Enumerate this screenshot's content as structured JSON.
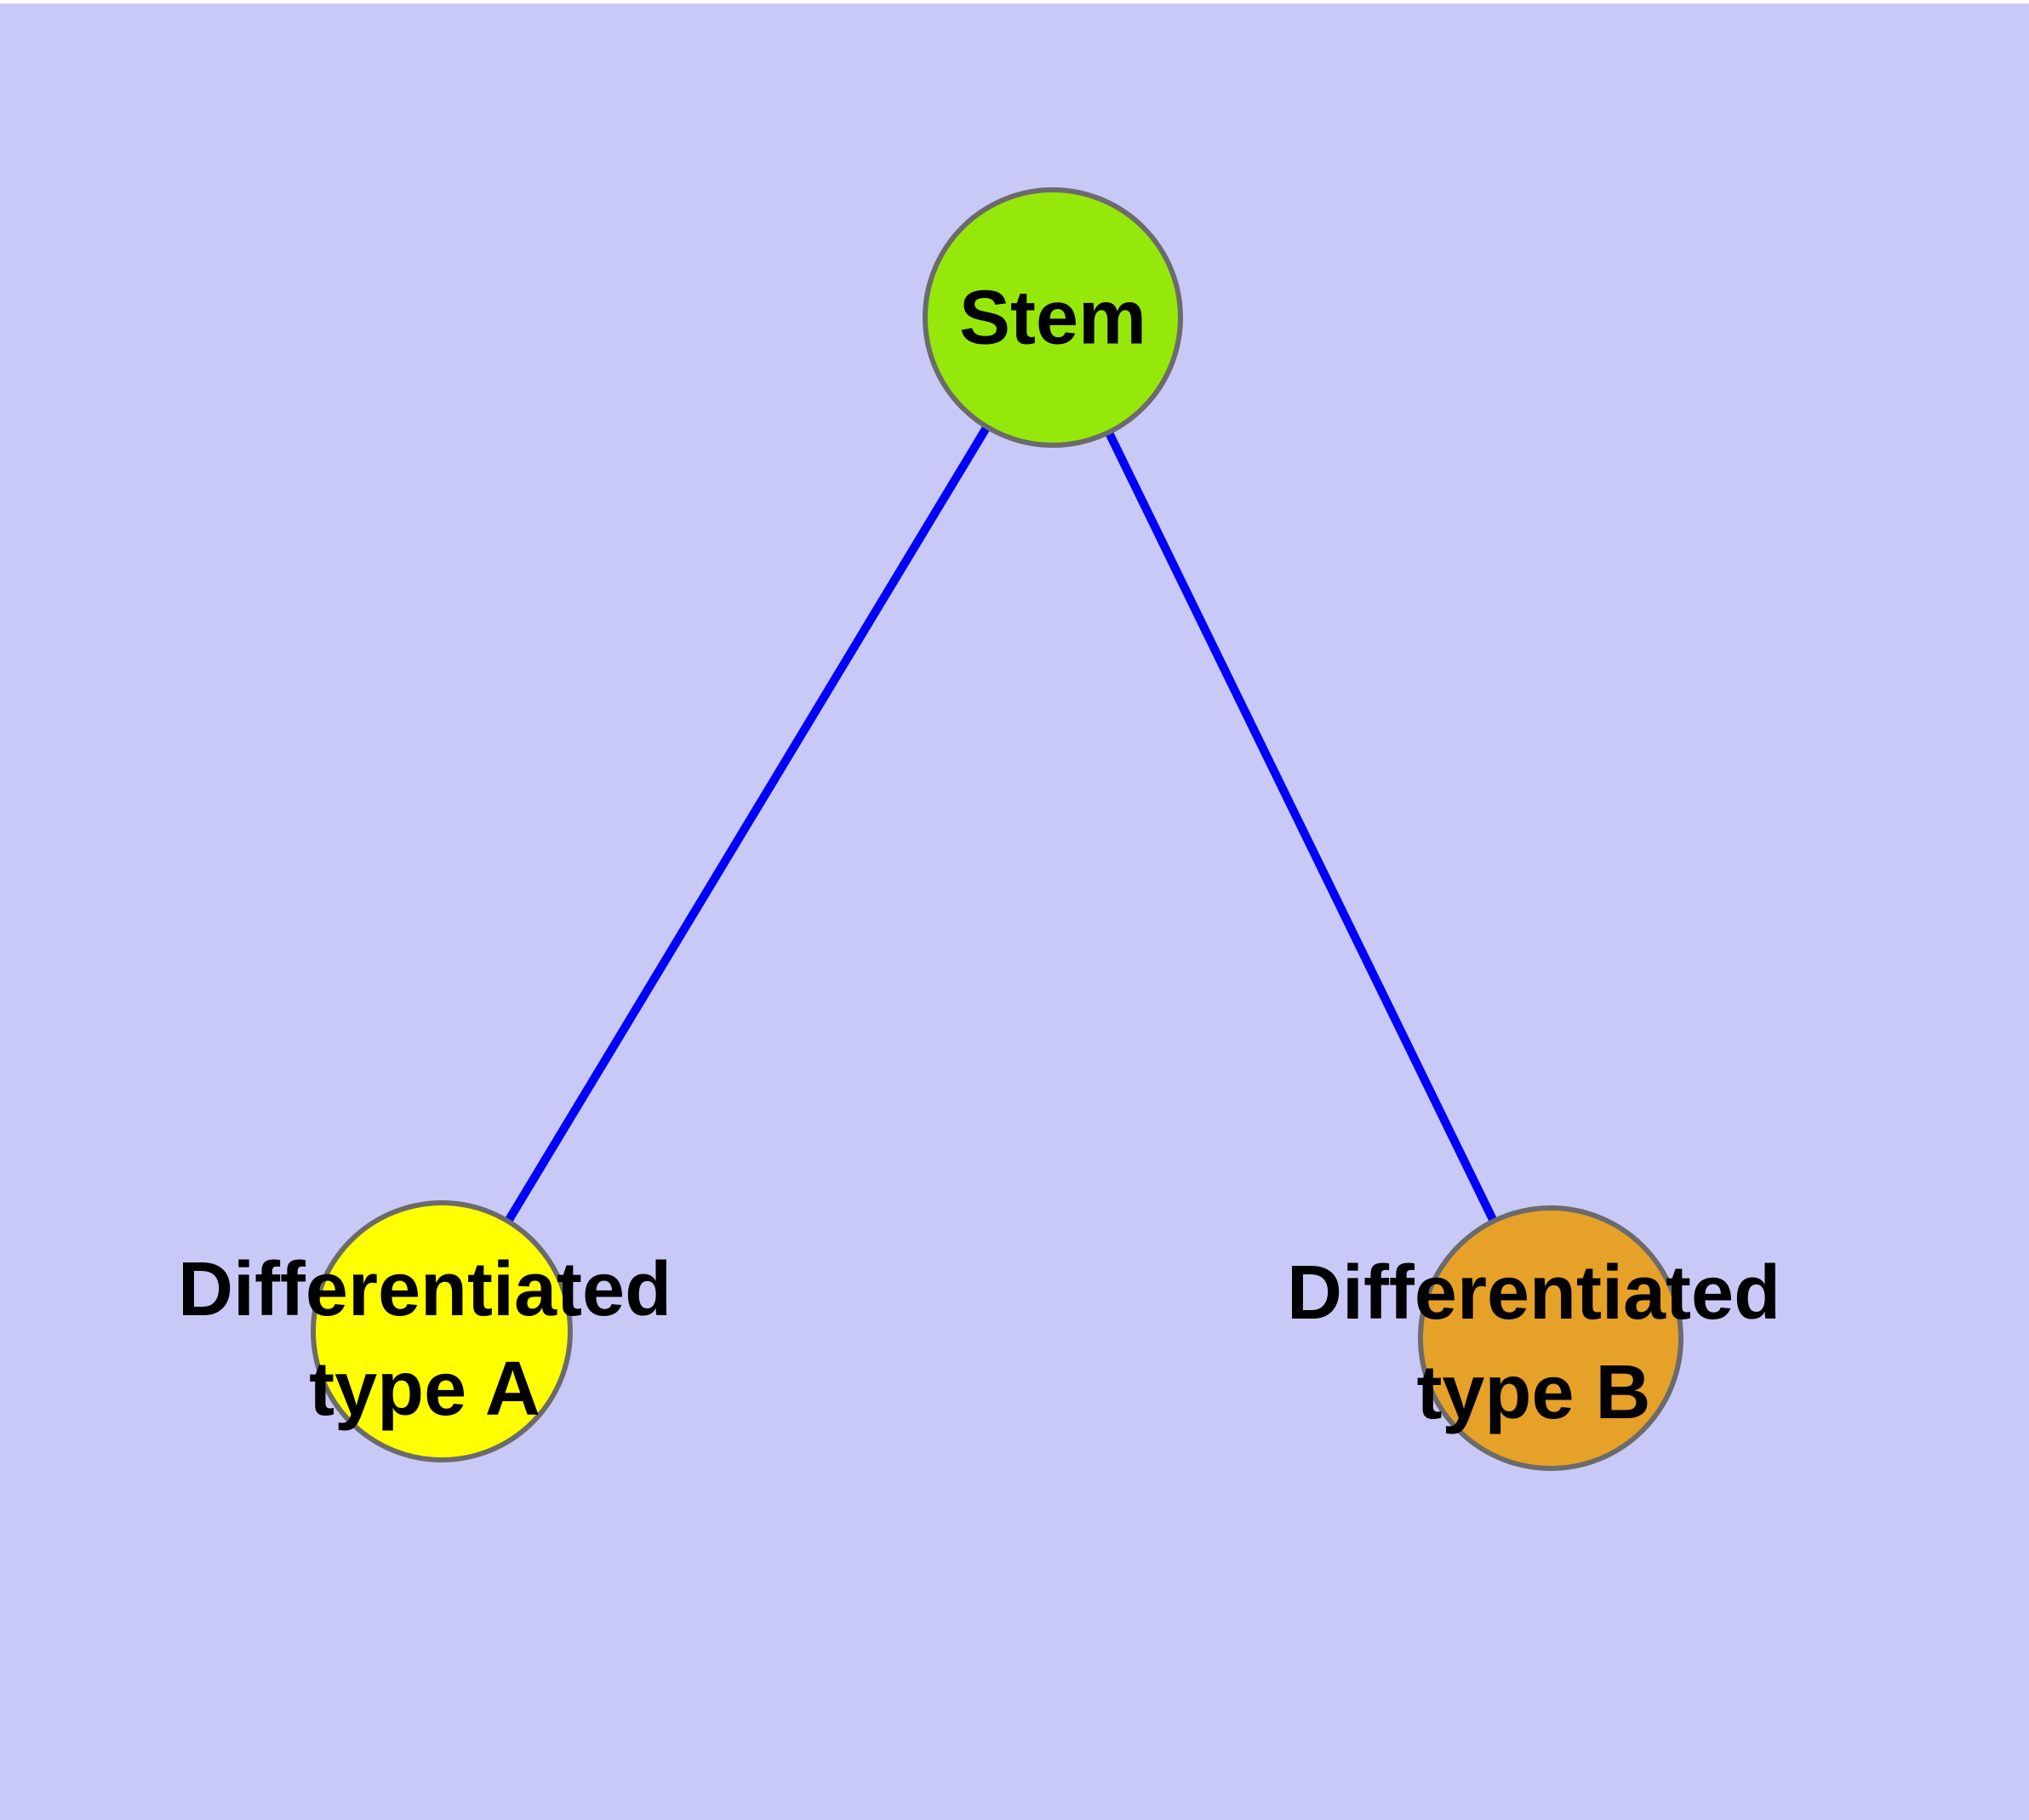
{
  "canvas": {
    "background_color": "#C9C9F8",
    "top_strip_color": "#FFFFFF"
  },
  "graph": {
    "type": "node-link-diagram",
    "edge_color": "#0000FA",
    "edge_width": 10,
    "node_border_color": "#6B6B6B",
    "label_color": "#000000",
    "nodes": [
      {
        "id": "stem",
        "label": "Stem",
        "fill": "#96E80A"
      },
      {
        "id": "differentiated-type-a",
        "label": "Differentiated\ntype A",
        "fill": "#FFFF00"
      },
      {
        "id": "differentiated-type-b",
        "label": "Differentiated\ntype B",
        "fill": "#E6A128"
      }
    ],
    "edges": [
      {
        "from": "stem",
        "to": "differentiated-type-a"
      },
      {
        "from": "stem",
        "to": "differentiated-type-b"
      }
    ]
  }
}
